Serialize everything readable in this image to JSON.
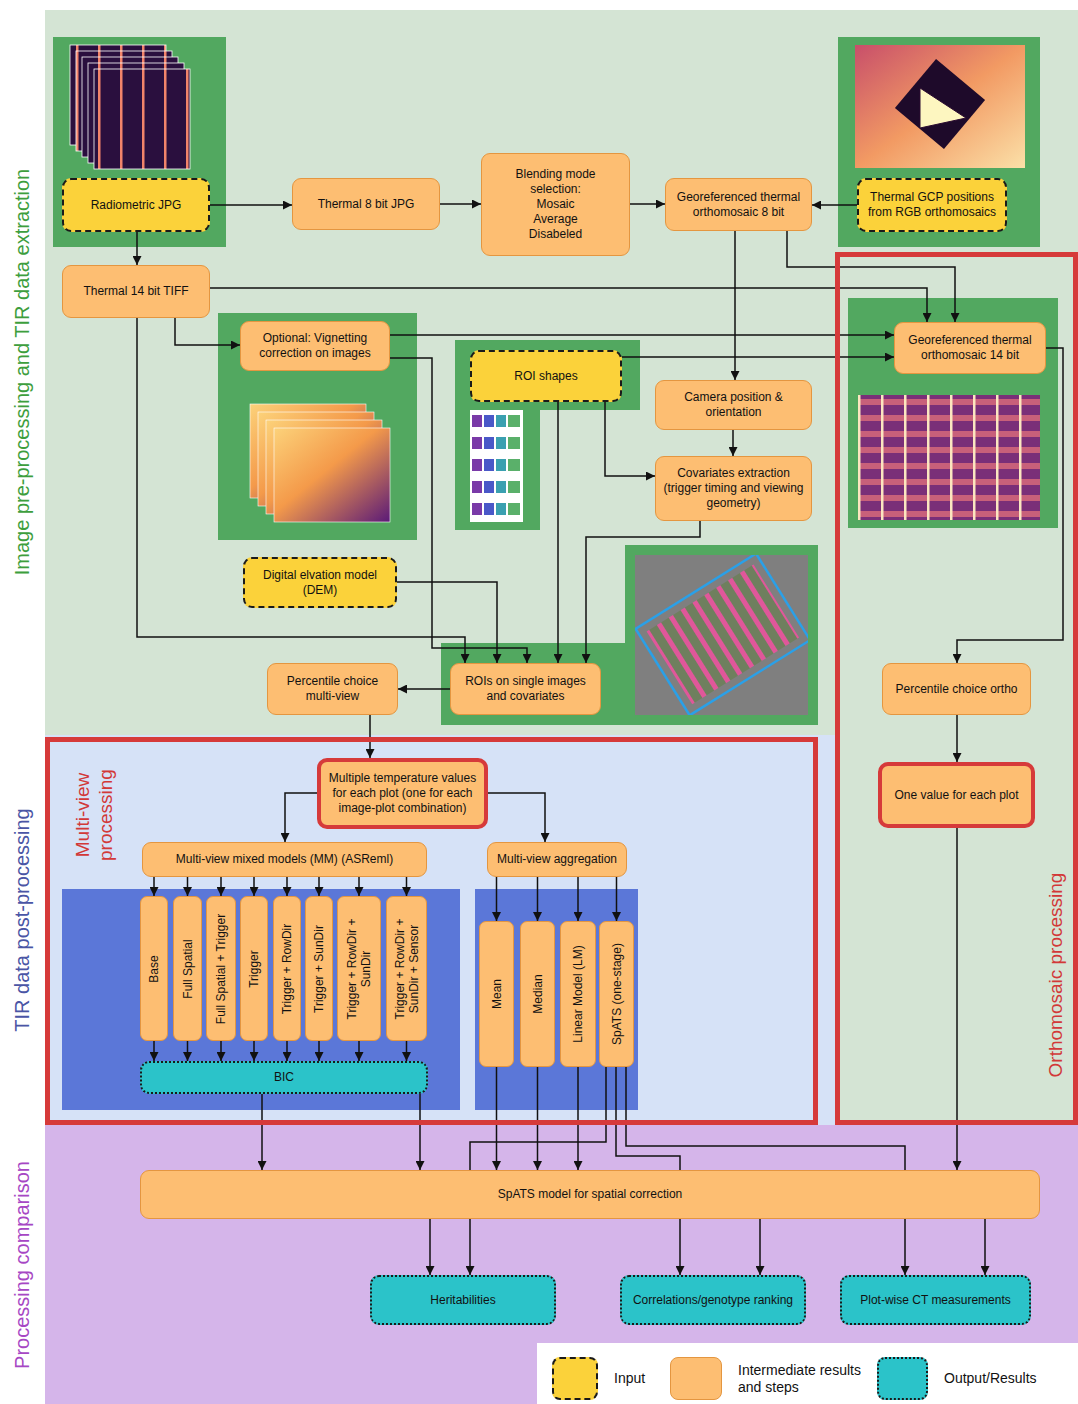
{
  "diagram": {
    "nodes": [
      {
        "text": [
          "Image pre-processing and TIR data extraction"
        ]
      },
      {
        "text": [
          "TIR data post-processing"
        ]
      },
      {
        "text": [
          "Processing comparison"
        ]
      },
      {
        "text": [
          "Orthomosaic processing"
        ]
      },
      {
        "text": [
          "Multi-view processing"
        ],
        "in": 1
      },
      {
        "text": [
          "Radiometric JPG"
        ],
        "in": 0
      },
      {
        "text": [
          "Thermal 8 bit JPG"
        ],
        "in": 0
      },
      {
        "text": [
          "Blending mode selection: Mosaic Average Disabeled"
        ],
        "in": 0
      },
      {
        "text": [
          "Georeferenced thermal orthomosaic 8 bit"
        ],
        "in": 0
      },
      {
        "text": [
          "Thermal GCP positions from RGB orthomosaics"
        ],
        "in": 0
      },
      {
        "text": [
          "Thermal 14 bit TIFF"
        ],
        "in": 0
      },
      {
        "text": [
          "Optional: Vignetting correction on images"
        ],
        "in": 0
      },
      {
        "text": [
          "ROI shapes"
        ],
        "in": 0
      },
      {
        "text": [
          "Camera position & orientation"
        ],
        "in": 0
      },
      {
        "text": [
          "Covariates extraction (trigger timing and viewing geometry)"
        ],
        "in": 0
      },
      {
        "text": [
          "Digital elvation model (DEM)"
        ],
        "in": 0
      },
      {
        "text": [
          "ROIs on single images and covariates"
        ],
        "in": 0
      },
      {
        "text": [
          "Percentile choice multi-view"
        ],
        "in": 0
      },
      {
        "text": [
          "Georeferenced thermal orthomosaic 14 bit"
        ],
        "in": 3
      },
      {
        "text": [
          "Percentile choice ortho"
        ],
        "in": 3
      },
      {
        "text": [
          "One value for each plot"
        ],
        "in": 3
      },
      {
        "text": [
          "Multiple temperature values for each plot (one for each image-plot combination)"
        ],
        "in": 4
      },
      {
        "text": [
          "Multi-view mixed models (MM) (ASReml)"
        ],
        "in": 4
      },
      {
        "text": [
          "Base"
        ],
        "in": 4
      },
      {
        "text": [
          "Full Spatial"
        ],
        "in": 4
      },
      {
        "text": [
          "Full Spatial + Trigger"
        ],
        "in": 4
      },
      {
        "text": [
          "Trigger"
        ],
        "in": 4
      },
      {
        "text": [
          "Trigger + RowDir"
        ],
        "in": 4
      },
      {
        "text": [
          "Trigger + SunDir"
        ],
        "in": 4
      },
      {
        "text": [
          "Trigger + RowDir + SunDir"
        ],
        "in": 4
      },
      {
        "text": [
          "Trigger + RowDir + SunDir + Sensor"
        ],
        "in": 4
      },
      {
        "text": [
          "BIC"
        ],
        "in": 4
      },
      {
        "text": [
          "Multi-view aggregation"
        ],
        "in": 4
      },
      {
        "text": [
          "Mean"
        ],
        "in": 4
      },
      {
        "text": [
          "Median"
        ],
        "in": 4
      },
      {
        "text": [
          "Linear Model (LM)"
        ],
        "in": 4
      },
      {
        "text": [
          "SpATS (one-stage)"
        ],
        "in": 4
      },
      {
        "text": [
          "SpATS model for spatial correction"
        ],
        "in": 2
      },
      {
        "text": [
          "Heritabilities"
        ],
        "in": 2
      },
      {
        "text": [
          "Correlations/genotype ranking"
        ],
        "in": 2
      },
      {
        "text": [
          "Plot-wise CT measurements"
        ],
        "in": 2
      }
    ],
    "edges": [
      {
        "from": 5,
        "to": 6,
        "arrow": "to"
      },
      {
        "from": 6,
        "to": 7,
        "arrow": "to"
      },
      {
        "from": 7,
        "to": 8,
        "arrow": "to"
      },
      {
        "from": 9,
        "to": 8,
        "arrow": "to"
      },
      {
        "from": 5,
        "to": 10,
        "arrow": "to"
      },
      {
        "from": 10,
        "to": 18,
        "arrow": "to"
      },
      {
        "from": 8,
        "to": 18,
        "arrow": "to"
      },
      {
        "from": 10,
        "to": 11,
        "arrow": "to"
      },
      {
        "from": 11,
        "to": 18,
        "arrow": "to"
      },
      {
        "from": 12,
        "to": 18,
        "arrow": "to"
      },
      {
        "from": 8,
        "to": 13,
        "arrow": "to"
      },
      {
        "from": 13,
        "to": 14,
        "arrow": "to"
      },
      {
        "from": 12,
        "to": 14,
        "arrow": "to"
      },
      {
        "from": 10,
        "to": 16,
        "arrow": "to"
      },
      {
        "from": 15,
        "to": 16,
        "arrow": "to"
      },
      {
        "from": 11,
        "to": 16,
        "arrow": "to"
      },
      {
        "from": 12,
        "to": 16,
        "arrow": "to"
      },
      {
        "from": 14,
        "to": 16,
        "arrow": "to"
      },
      {
        "from": 16,
        "to": 17,
        "arrow": "to"
      },
      {
        "from": 17,
        "to": 21,
        "arrow": "to"
      },
      {
        "from": 21,
        "to": 22,
        "arrow": "to"
      },
      {
        "from": 21,
        "to": 32,
        "arrow": "to"
      },
      {
        "from": 22,
        "to": 23,
        "arrow": "to"
      },
      {
        "from": 22,
        "to": 24,
        "arrow": "to"
      },
      {
        "from": 22,
        "to": 25,
        "arrow": "to"
      },
      {
        "from": 22,
        "to": 26,
        "arrow": "to"
      },
      {
        "from": 22,
        "to": 27,
        "arrow": "to"
      },
      {
        "from": 22,
        "to": 28,
        "arrow": "to"
      },
      {
        "from": 22,
        "to": 29,
        "arrow": "to"
      },
      {
        "from": 22,
        "to": 30,
        "arrow": "to"
      },
      {
        "from": 32,
        "to": 33,
        "arrow": "to"
      },
      {
        "from": 32,
        "to": 34,
        "arrow": "to"
      },
      {
        "from": 32,
        "to": 35,
        "arrow": "to"
      },
      {
        "from": 32,
        "to": 36,
        "arrow": "to"
      },
      {
        "from": 23,
        "to": 31,
        "arrow": "to"
      },
      {
        "from": 24,
        "to": 31,
        "arrow": "to"
      },
      {
        "from": 25,
        "to": 31,
        "arrow": "to"
      },
      {
        "from": 26,
        "to": 31,
        "arrow": "to"
      },
      {
        "from": 27,
        "to": 31,
        "arrow": "to"
      },
      {
        "from": 28,
        "to": 31,
        "arrow": "to"
      },
      {
        "from": 29,
        "to": 31,
        "arrow": "to"
      },
      {
        "from": 30,
        "to": 31,
        "arrow": "to"
      },
      {
        "from": 31,
        "to": 37,
        "arrow": "to"
      },
      {
        "from": 31,
        "to": 37,
        "arrow": "to"
      },
      {
        "from": 33,
        "to": 37,
        "arrow": "to"
      },
      {
        "from": 34,
        "to": 37,
        "arrow": "to"
      },
      {
        "from": 35,
        "to": 37,
        "arrow": "to"
      },
      {
        "from": 36,
        "to": 38,
        "arrow": "to"
      },
      {
        "from": 36,
        "to": 39,
        "arrow": "to"
      },
      {
        "from": 36,
        "to": 40,
        "arrow": "to"
      },
      {
        "from": 37,
        "to": 38,
        "arrow": "to"
      },
      {
        "from": 37,
        "to": 39,
        "arrow": "to"
      },
      {
        "from": 37,
        "to": 40,
        "arrow": "to"
      },
      {
        "from": 18,
        "to": 19,
        "arrow": "to"
      },
      {
        "from": 19,
        "to": 20,
        "arrow": "to"
      },
      {
        "from": 20,
        "to": 37,
        "arrow": "to"
      }
    ],
    "legend": [
      {
        "text": "Input",
        "color": "#fbd23a"
      },
      {
        "text": "Intermediate results and steps",
        "color": "#fdbe72"
      },
      {
        "text": "Output/Results",
        "color": "#2bc3c9"
      }
    ]
  }
}
